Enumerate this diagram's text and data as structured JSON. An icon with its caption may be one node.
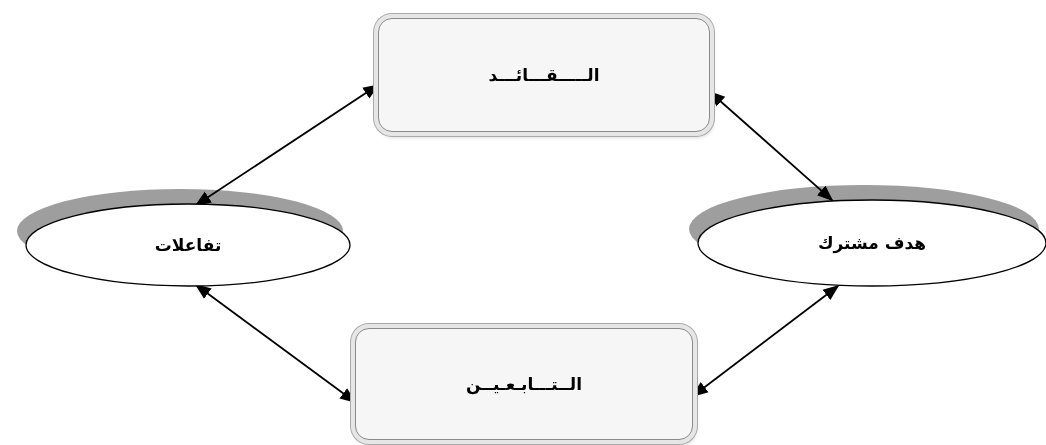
{
  "diagram": {
    "nodes": [
      {
        "text": [
          "الـــــقـــائـــد"
        ]
      },
      {
        "text": [
          "تفاعلات"
        ]
      },
      {
        "text": [
          "هدف مشترك"
        ]
      },
      {
        "text": [
          "الــتـــابـعـيــن"
        ]
      }
    ],
    "edges": [
      {
        "from": 0,
        "to": 1,
        "arrow": "both"
      },
      {
        "from": 0,
        "to": 2,
        "arrow": "both"
      },
      {
        "from": 1,
        "to": 3,
        "arrow": "both"
      },
      {
        "from": 2,
        "to": 3,
        "arrow": "both"
      }
    ]
  }
}
